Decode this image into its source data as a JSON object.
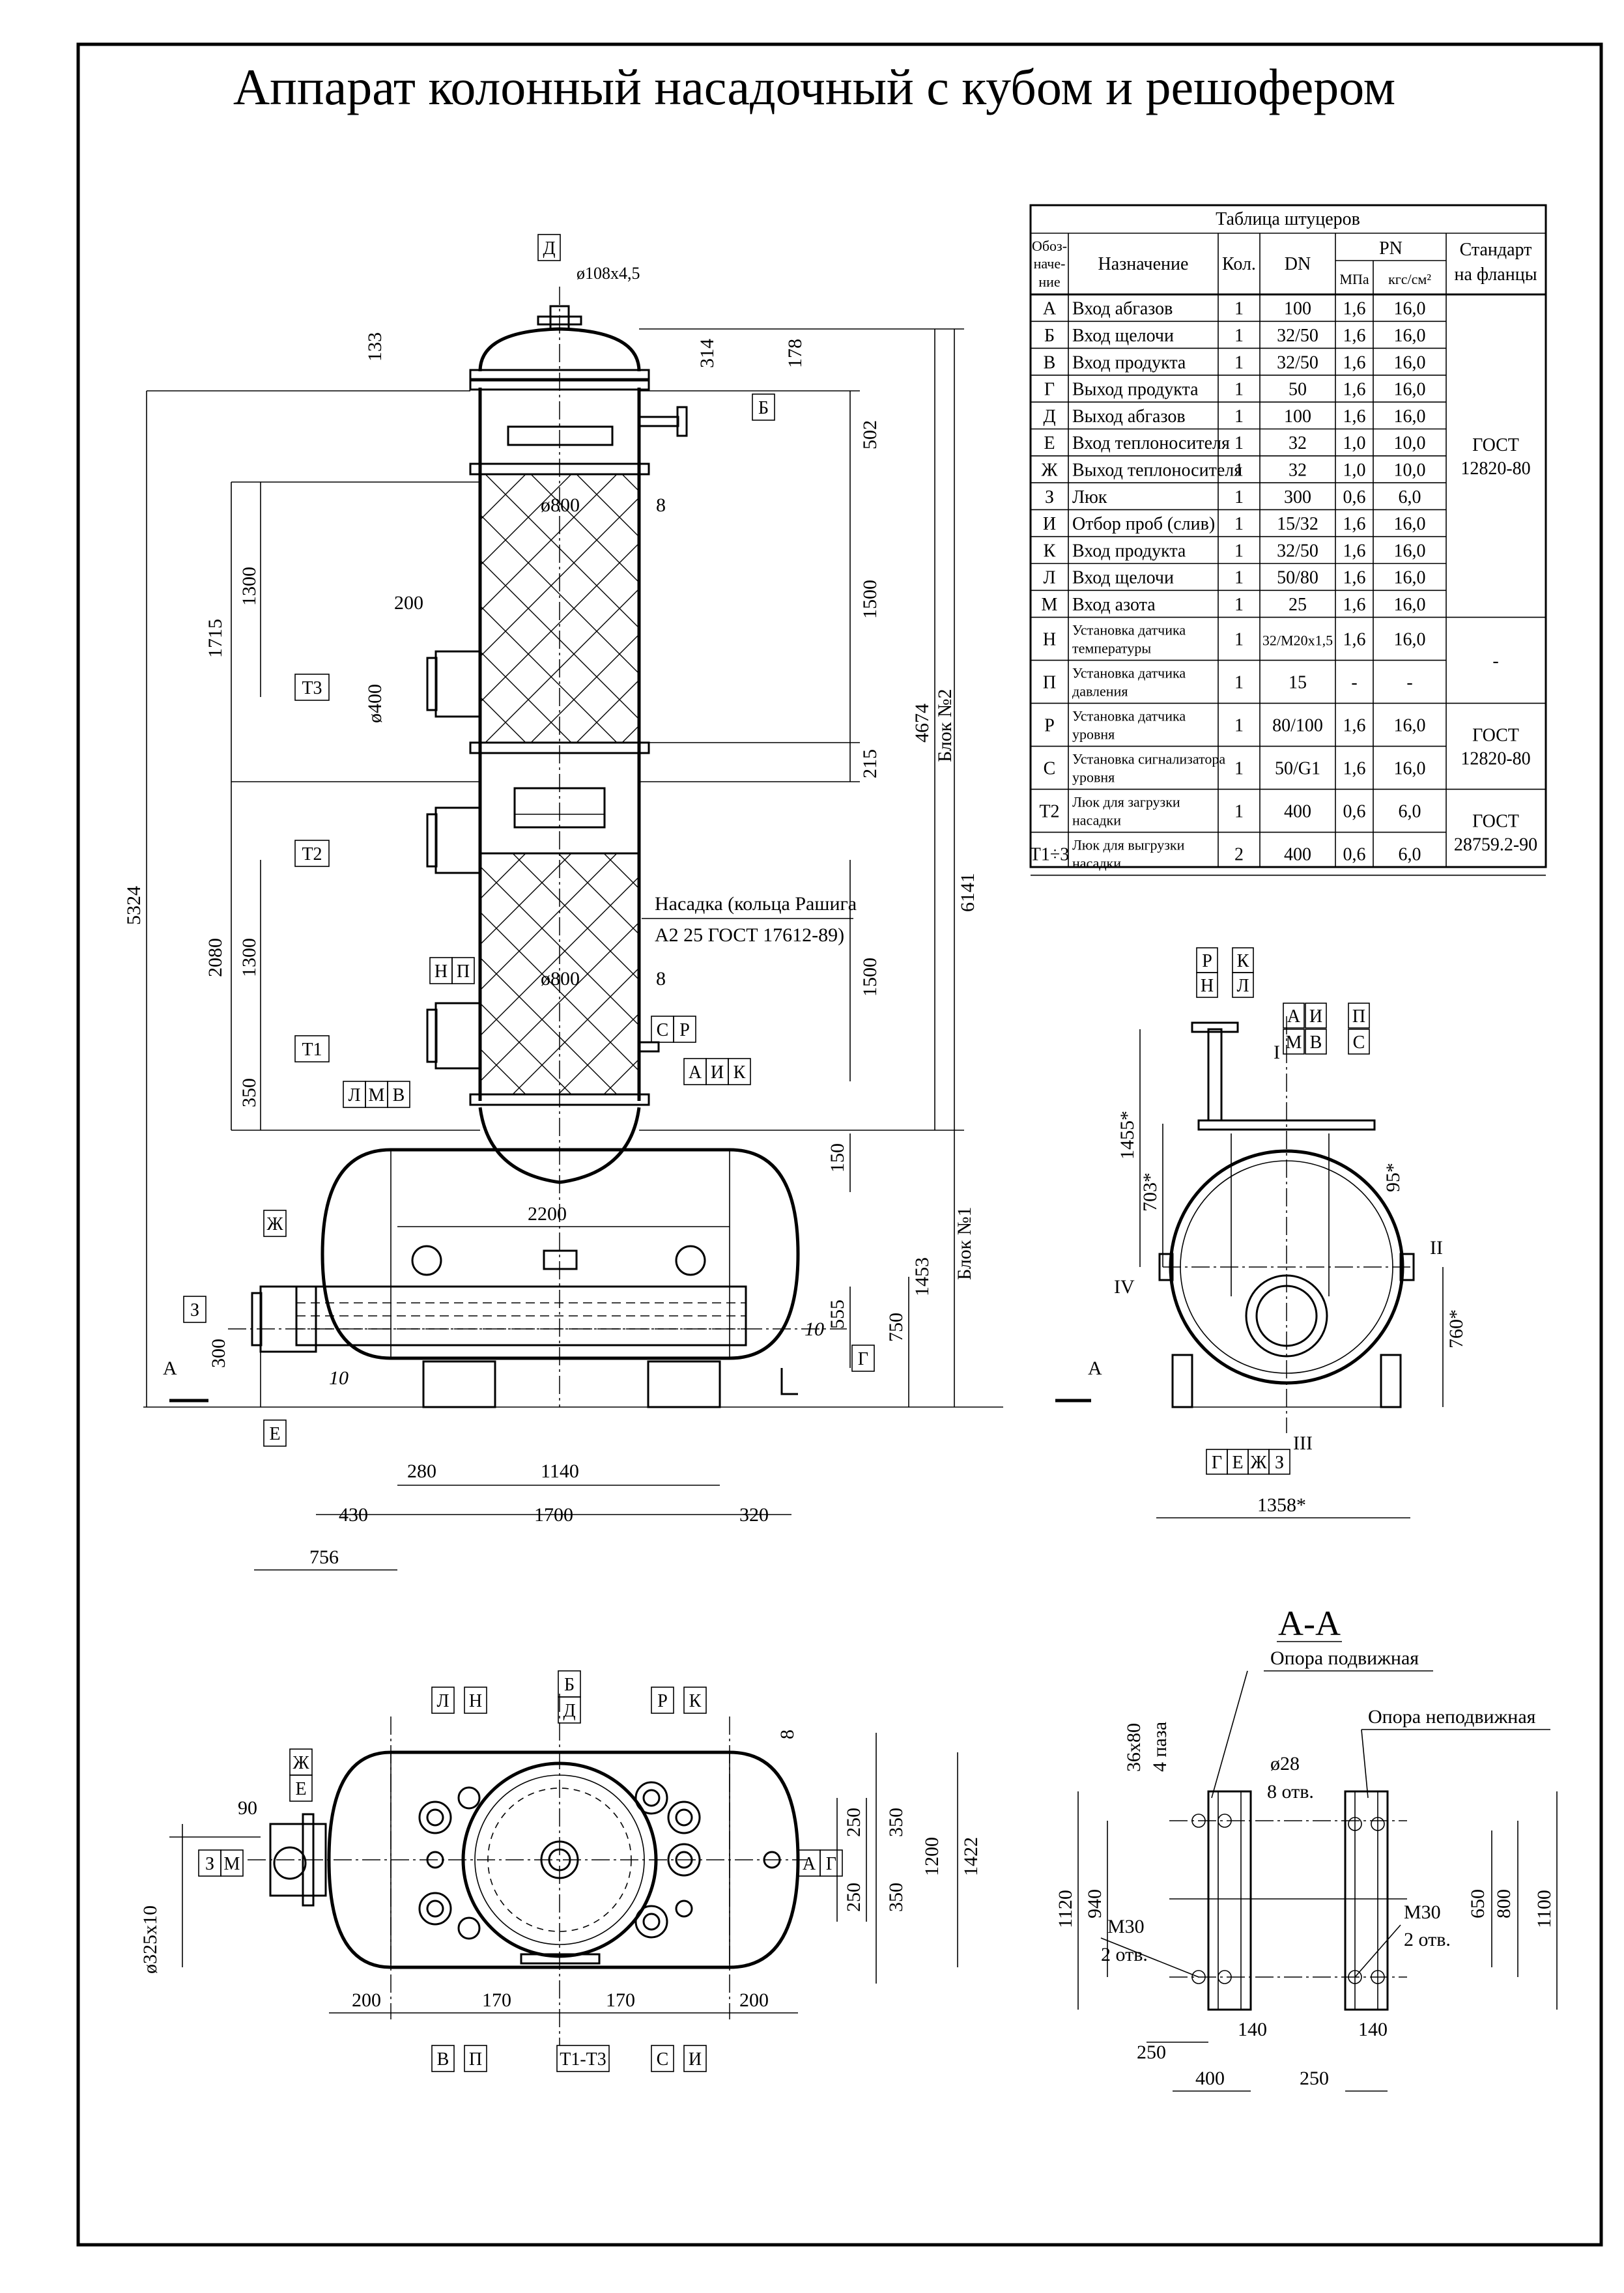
{
  "title": "Аппарат колонный насадочный с кубом и решофером",
  "table": {
    "caption": "Таблица штуцеров",
    "headers": {
      "designation": "Обоз-наче-ние",
      "designation_lines": [
        "Обоз-",
        "наче-",
        "ние"
      ],
      "purpose": "Назначение",
      "qty": "Кол.",
      "dn": "DN",
      "pn": "PN",
      "mpa": "МПа",
      "kgf": "кгс/см²",
      "standard_lines": [
        "Стандарт",
        "на  фланцы"
      ]
    },
    "rows": [
      {
        "id": "А",
        "name": [
          "Вход абгазов"
        ],
        "qty": "1",
        "dn": "100",
        "mpa": "1,6",
        "kgf": "16,0"
      },
      {
        "id": "Б",
        "name": [
          "Вход щелочи"
        ],
        "qty": "1",
        "dn": "32/50",
        "mpa": "1,6",
        "kgf": "16,0"
      },
      {
        "id": "В",
        "name": [
          "Вход продукта"
        ],
        "qty": "1",
        "dn": "32/50",
        "mpa": "1,6",
        "kgf": "16,0"
      },
      {
        "id": "Г",
        "name": [
          "Выход продукта"
        ],
        "qty": "1",
        "dn": "50",
        "mpa": "1,6",
        "kgf": "16,0"
      },
      {
        "id": "Д",
        "name": [
          "Выход абгазов"
        ],
        "qty": "1",
        "dn": "100",
        "mpa": "1,6",
        "kgf": "16,0"
      },
      {
        "id": "Е",
        "name": [
          "Вход теплоносителя"
        ],
        "qty": "1",
        "dn": "32",
        "mpa": "1,0",
        "kgf": "10,0"
      },
      {
        "id": "Ж",
        "name": [
          "Выход теплоносителя"
        ],
        "qty": "1",
        "dn": "32",
        "mpa": "1,0",
        "kgf": "10,0"
      },
      {
        "id": "З",
        "name": [
          "Люк"
        ],
        "qty": "1",
        "dn": "300",
        "mpa": "0,6",
        "kgf": "6,0"
      },
      {
        "id": "И",
        "name": [
          "Отбор проб (слив)"
        ],
        "qty": "1",
        "dn": "15/32",
        "mpa": "1,6",
        "kgf": "16,0"
      },
      {
        "id": "К",
        "name": [
          "Вход продукта"
        ],
        "qty": "1",
        "dn": "32/50",
        "mpa": "1,6",
        "kgf": "16,0"
      },
      {
        "id": "Л",
        "name": [
          "Вход щелочи"
        ],
        "qty": "1",
        "dn": "50/80",
        "mpa": "1,6",
        "kgf": "16,0"
      },
      {
        "id": "М",
        "name": [
          "Вход азота"
        ],
        "qty": "1",
        "dn": "25",
        "mpa": "1,6",
        "kgf": "16,0"
      },
      {
        "id": "Н",
        "name": [
          "Установка датчика",
          "температуры"
        ],
        "qty": "1",
        "dn": "32/М20х1,5",
        "mpa": "1,6",
        "kgf": "16,0"
      },
      {
        "id": "П",
        "name": [
          "Установка датчика",
          "давления"
        ],
        "qty": "1",
        "dn": "15",
        "mpa": "-",
        "kgf": "-"
      },
      {
        "id": "Р",
        "name": [
          "Установка датчика",
          "уровня"
        ],
        "qty": "1",
        "dn": "80/100",
        "mpa": "1,6",
        "kgf": "16,0"
      },
      {
        "id": "С",
        "name": [
          "Установка сигнализатора",
          "уровня"
        ],
        "qty": "1",
        "dn": "50/G1",
        "mpa": "1,6",
        "kgf": "16,0"
      },
      {
        "id": "Т2",
        "name": [
          "Люк для загрузки",
          "насадки"
        ],
        "qty": "1",
        "dn": "400",
        "mpa": "0,6",
        "kgf": "6,0"
      },
      {
        "id": "Т1÷3",
        "name": [
          "Люк для выгрузки",
          "насадки"
        ],
        "qty": "2",
        "dn": "400",
        "mpa": "0,6",
        "kgf": "6,0"
      }
    ],
    "standards": [
      {
        "lines": [
          "ГОСТ",
          "12820-80"
        ]
      },
      {
        "lines": [
          "-"
        ]
      },
      {
        "lines": [
          "ГОСТ",
          "12820-80"
        ]
      },
      {
        "lines": [
          "ГОСТ",
          "28759.2-90"
        ]
      }
    ]
  },
  "front_view": {
    "nozzle_dim": "ø108х4,5",
    "packing_note": [
      "Насадка (кольца Рашига",
      "А2 25 ГОСТ 17612-89)"
    ],
    "block2": "Блок №2",
    "block1": "Блок №1",
    "section_mark": "А",
    "diameter": "ø800",
    "wall": "8",
    "tags": {
      "D": "Д",
      "B": "Б",
      "T3": "Т3",
      "T2": "Т2",
      "T1": "Т1",
      "N": "Н",
      "P": "П",
      "S": "С",
      "R": "Р",
      "A": "А",
      "I": "И",
      "K": "К",
      "L": "Л",
      "M": "М",
      "V": "В",
      "Zh": "Ж",
      "Z": "З",
      "E": "Е",
      "G": "Г"
    },
    "dims": {
      "d133": "133",
      "d314": "314",
      "d178": "178",
      "d502": "502",
      "d1300a": "1300",
      "d1715": "1715",
      "d1500a": "1500",
      "d4674": "4674",
      "d200": "200",
      "d400": "ø400",
      "d215": "215",
      "d6141": "6141",
      "d5324": "5324",
      "d2080": "2080",
      "d1300b": "1300",
      "d1500b": "1500",
      "d350": "350",
      "d150": "150",
      "d2200": "2200",
      "d1453": "1453",
      "d555": "555",
      "d750": "750",
      "d300": "300",
      "d10a": "10",
      "d10b": "10",
      "d280": "280",
      "d1140": "1140",
      "d430": "430",
      "d1700": "1700",
      "d320": "320",
      "d756": "756",
      "d8a": "8",
      "d8b": "8"
    }
  },
  "side_view": {
    "tags": {
      "R": "Р",
      "N": "Н",
      "K": "К",
      "L": "Л",
      "A": "А",
      "I": "И",
      "P": "П",
      "M": "М",
      "V": "В",
      "S": "С",
      "G": "Г",
      "E": "Е",
      "Zh": "Ж",
      "Z": "З"
    },
    "romans": {
      "r1": "I",
      "r2": "II",
      "r3": "III",
      "r4": "IV"
    },
    "section_mark": "А",
    "dims": {
      "d1455": "1455*",
      "d703": "703*",
      "d95": "95*",
      "d760": "760*",
      "d1358": "1358*"
    }
  },
  "top_view": {
    "tags": {
      "L": "Л",
      "N": "Н",
      "B": "Б",
      "D": "Д",
      "R": "Р",
      "K": "К",
      "Zh": "Ж",
      "E": "Е",
      "Z": "З",
      "M": "М",
      "A": "А",
      "G": "Г",
      "V": "В",
      "P": "П",
      "T": "Т1-Т3",
      "S": "С",
      "I": "И"
    },
    "dims": {
      "d90": "90",
      "d325": "ø325х10",
      "d8": "8",
      "d250a": "250",
      "d350a": "350",
      "d250b": "250",
      "d350b": "350",
      "d1200": "1200",
      "d1422": "1422",
      "d200a": "200",
      "d170a": "170",
      "d170b": "170",
      "d200b": "200"
    }
  },
  "section_aa": {
    "title": "А-А",
    "movable": "Опора подвижная",
    "fixed": "Опора неподвижная",
    "slots": [
      "36х80",
      "4 паза"
    ],
    "holes": [
      "ø28",
      "8 отв."
    ],
    "m30_left": [
      "М30",
      "2 отв."
    ],
    "m30_right": [
      "М30",
      "2 отв."
    ],
    "dims": {
      "d1120": "1120",
      "d940": "940",
      "d650": "650",
      "d800": "800",
      "d1100": "1100",
      "d250a": "250",
      "d140a": "140",
      "d400": "400",
      "d140b": "140",
      "d250b": "250"
    }
  }
}
